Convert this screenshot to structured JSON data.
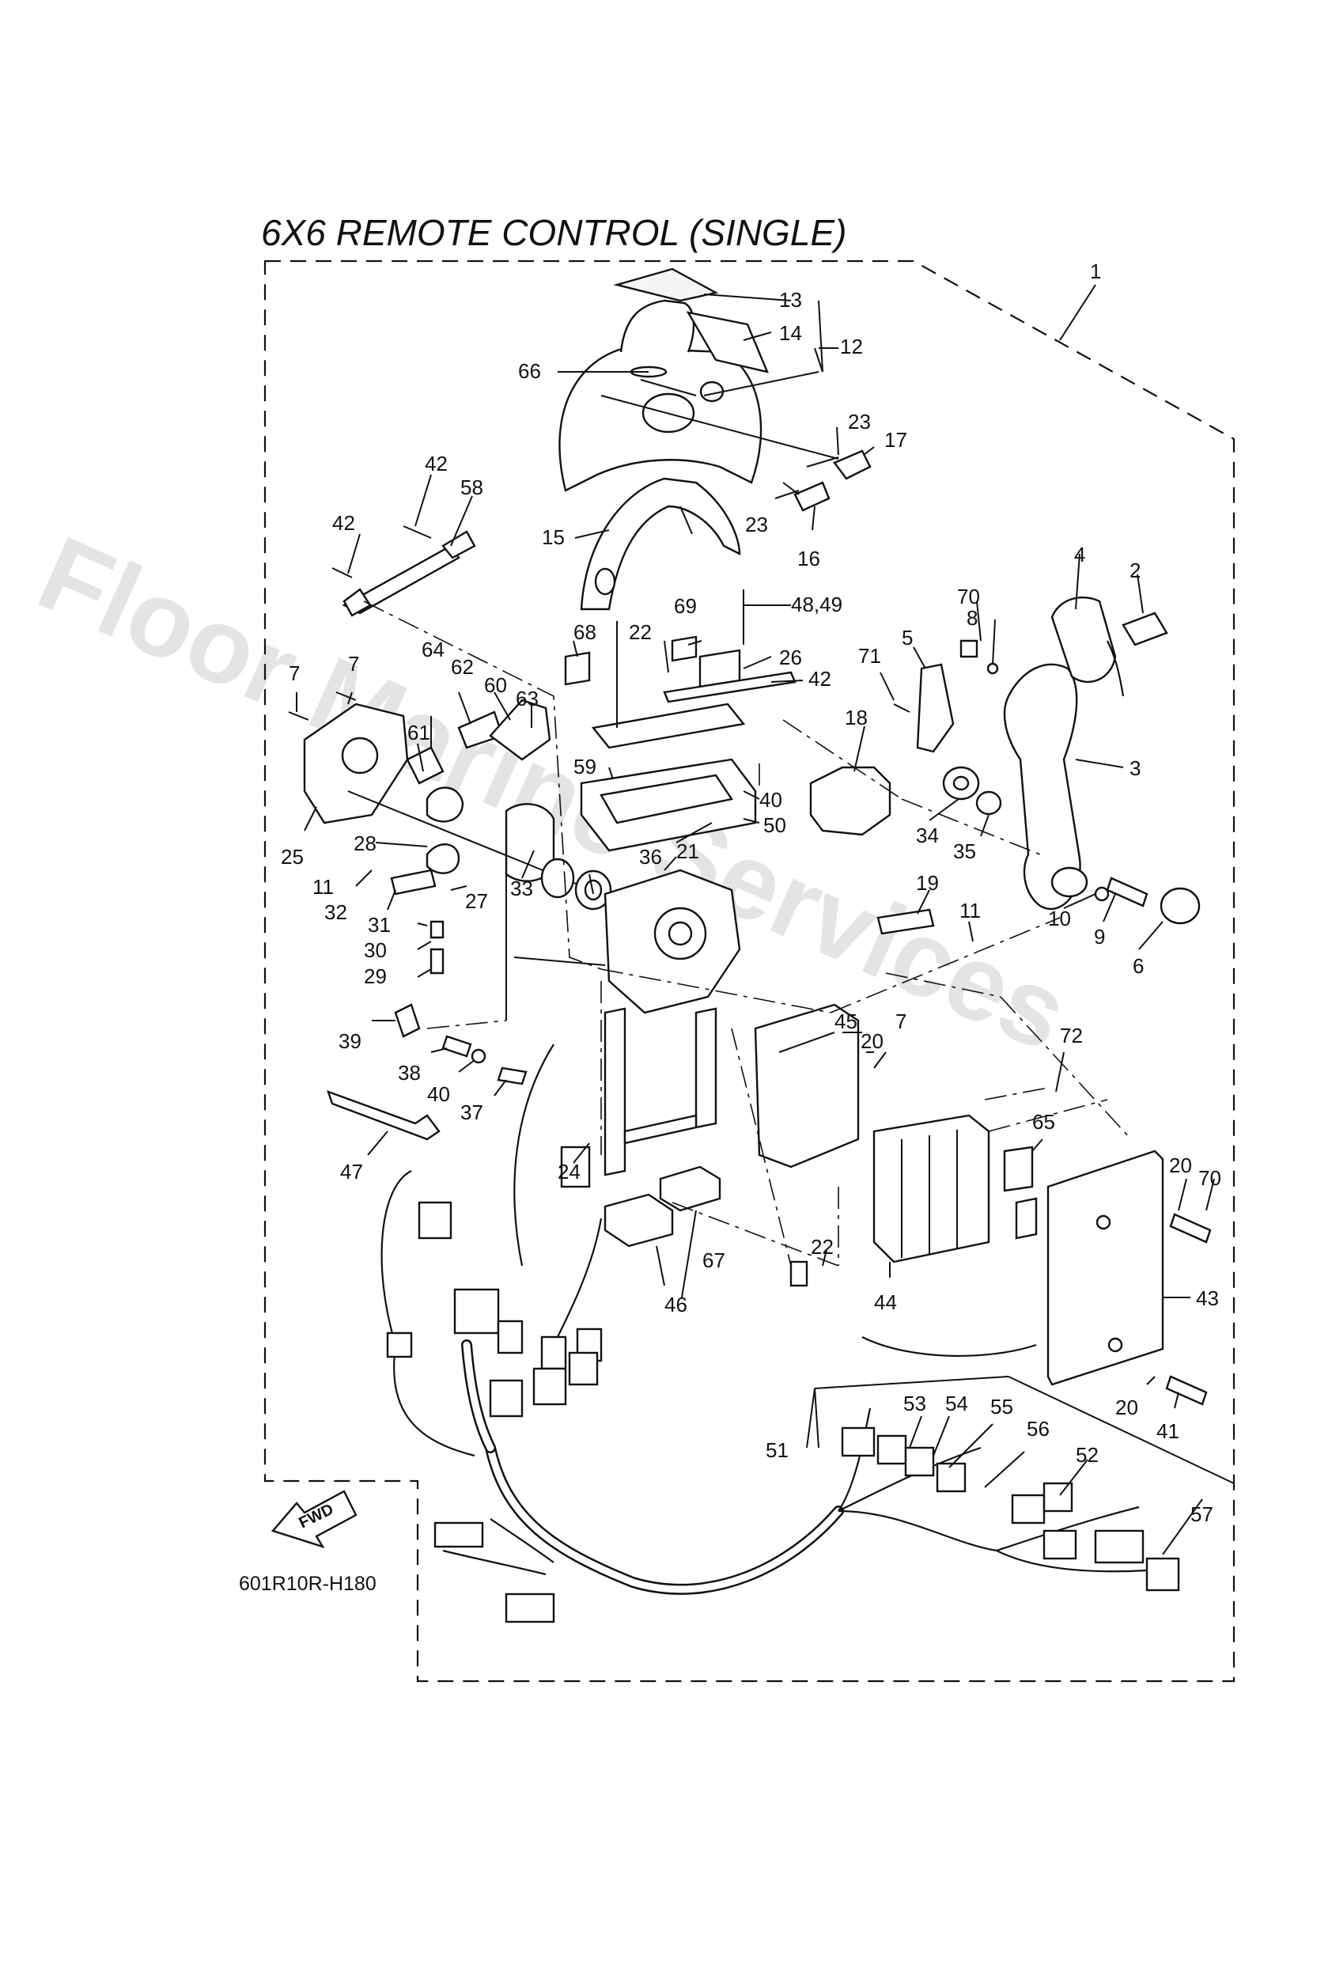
{
  "title": "6X6 REMOTE CONTROL (SINGLE)",
  "diagram_code": "601R10R-H180",
  "fwd_arrow_label": "FWD",
  "watermark": "Floor Marine Services",
  "callouts": {
    "c1": "1",
    "c2": "2",
    "c3": "3",
    "c4": "4",
    "c5": "5",
    "c6": "6",
    "c7a": "7",
    "c7b": "7",
    "c7c": "7",
    "c8": "8",
    "c9": "9",
    "c10": "10",
    "c11a": "11",
    "c11b": "11",
    "c12": "12",
    "c13": "13",
    "c14": "14",
    "c15": "15",
    "c16": "16",
    "c17": "17",
    "c18": "18",
    "c19": "19",
    "c20a": "20",
    "c20b": "20",
    "c20c": "20",
    "c21": "21",
    "c22a": "22",
    "c22b": "22",
    "c23a": "23",
    "c23b": "23",
    "c24": "24",
    "c25": "25",
    "c26": "26",
    "c27": "27",
    "c28": "28",
    "c29": "29",
    "c30": "30",
    "c31": "31",
    "c32": "32",
    "c33": "33",
    "c34": "34",
    "c35": "35",
    "c36": "36",
    "c37": "37",
    "c38": "38",
    "c39": "39",
    "c40a": "40",
    "c40b": "40",
    "c41": "41",
    "c42a": "42",
    "c42b": "42",
    "c42c": "42",
    "c43": "43",
    "c44": "44",
    "c45": "45",
    "c46": "46",
    "c47": "47",
    "c48": "48,49",
    "c50": "50",
    "c51": "51",
    "c52": "52",
    "c53": "53",
    "c54": "54",
    "c55": "55",
    "c56": "56",
    "c57": "57",
    "c58": "58",
    "c59": "59",
    "c60": "60",
    "c61": "61",
    "c62": "62",
    "c63": "63",
    "c64": "64",
    "c65": "65",
    "c66": "66",
    "c67": "67",
    "c68": "68",
    "c69": "69",
    "c70a": "70",
    "c70b": "70",
    "c71": "71",
    "c72": "72"
  }
}
